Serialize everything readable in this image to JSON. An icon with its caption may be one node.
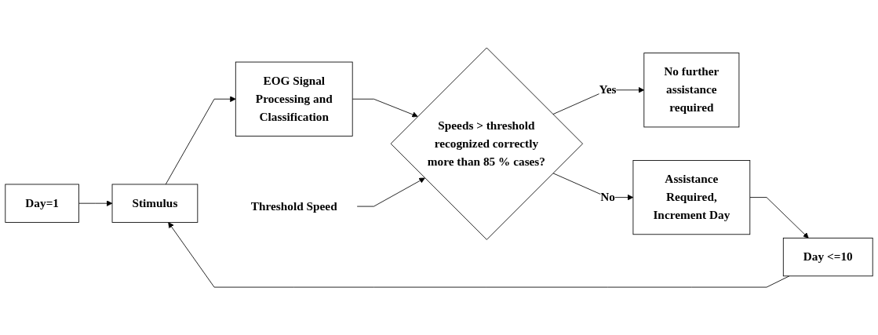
{
  "diagram": {
    "nodes": [
      {
        "text": [
          "Day=1"
        ]
      },
      {
        "text": [
          "Stimulus"
        ]
      },
      {
        "text": [
          "EOG Signal Processing and Classification"
        ]
      },
      {
        "text": [
          "Threshold Speed"
        ]
      },
      {
        "text": [
          "Speeds > threshold recognized correctly more than 85 % cases?"
        ]
      },
      {
        "text": [
          "No further assistance required"
        ]
      },
      {
        "text": [
          "Assistance Required, Increment Day"
        ]
      },
      {
        "text": [
          "Day <=10"
        ]
      }
    ],
    "edges": [
      {
        "from": 0,
        "to": 1,
        "arrow": "to"
      },
      {
        "from": 1,
        "to": 2,
        "arrow": "to"
      },
      {
        "from": 2,
        "to": 4,
        "arrow": "to"
      },
      {
        "from": 3,
        "to": 4,
        "arrow": "to"
      },
      {
        "from": 4,
        "to": 5,
        "arrow": "to",
        "label": "Yes"
      },
      {
        "from": 4,
        "to": 6,
        "arrow": "to",
        "label": "No"
      },
      {
        "from": 6,
        "to": 7,
        "arrow": "to"
      },
      {
        "from": 7,
        "to": 1,
        "arrow": "to"
      }
    ]
  }
}
